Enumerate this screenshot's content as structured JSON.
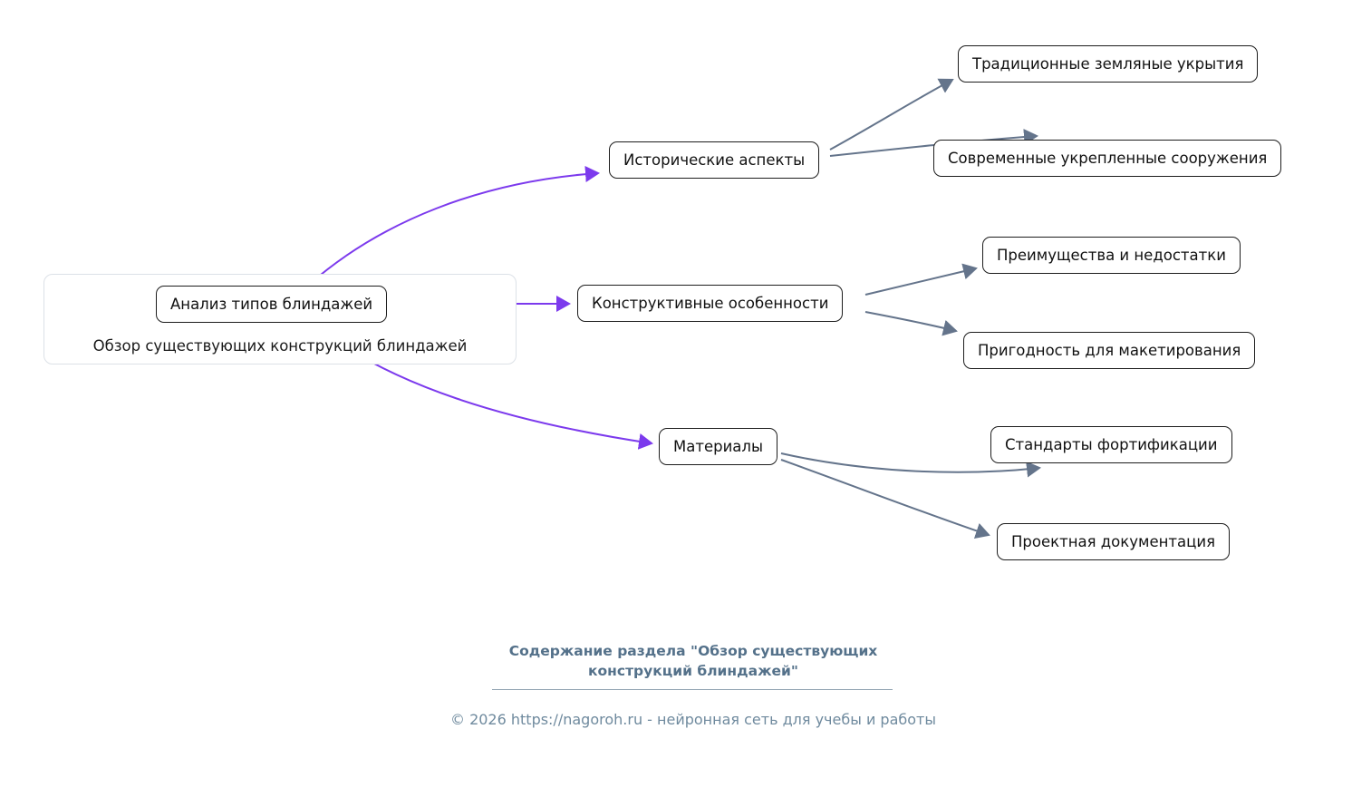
{
  "colors": {
    "branch_arrow": "#7c3aed",
    "child_arrow": "#64748b",
    "node_border": "#1d1d1d",
    "footer_title_text": "#54718a",
    "footer_copyright_text": "#6f8a9e"
  },
  "root": {
    "title": "Анализ типов блиндажей",
    "subtitle": "Обзор существующих конструкций блиндажей"
  },
  "branches": [
    {
      "label": "Исторические аспекты",
      "children": [
        {
          "label": "Традиционные земляные укрытия"
        },
        {
          "label": "Современные укрепленные сооружения"
        }
      ]
    },
    {
      "label": "Конструктивные особенности",
      "children": [
        {
          "label": "Преимущества и недостатки"
        },
        {
          "label": "Пригодность для макетирования"
        }
      ]
    },
    {
      "label": "Материалы",
      "children": [
        {
          "label": "Стандарты фортификации"
        },
        {
          "label": "Проектная документация"
        }
      ]
    }
  ],
  "footer": {
    "title": "Содержание раздела \"Обзор существующих конструкций блиндажей\"",
    "copyright": "© 2026 https://nagoroh.ru - нейронная сеть для учебы и работы"
  }
}
